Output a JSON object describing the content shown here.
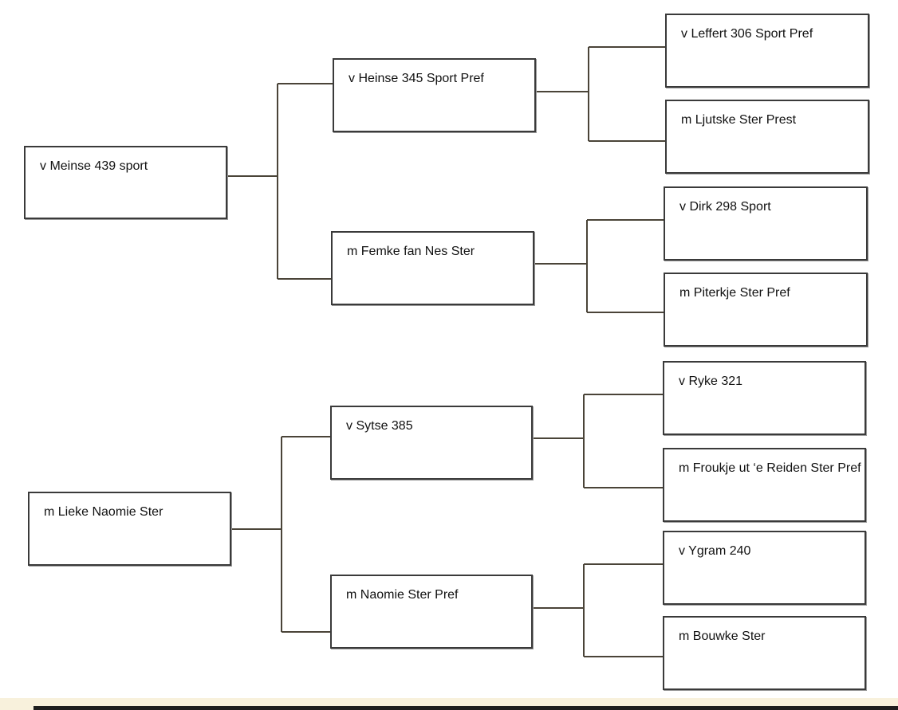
{
  "pedigree": {
    "subject_1": "v Meinse 439 sport",
    "subject_1_sire": "v Heinse 345 Sport Pref",
    "subject_1_sire_sire": "v Leffert 306 Sport Pref",
    "subject_1_sire_dam": "m Ljutske Ster Prest",
    "subject_1_dam": "m Femke fan Nes Ster",
    "subject_1_dam_sire": "v Dirk 298 Sport",
    "subject_1_dam_dam": "m Piterkje Ster Pref",
    "subject_2": "m Lieke Naomie Ster",
    "subject_2_sire": "v Sytse 385",
    "subject_2_sire_sire": "v Ryke 321",
    "subject_2_sire_dam": "m Froukje ut ‘e Reiden Ster Pref",
    "subject_2_dam": "m Naomie Ster Pref",
    "subject_2_dam_sire": "v Ygram 240",
    "subject_2_dam_dam": "m Bouwke Ster"
  },
  "colors": {
    "box_border": "#3a3a3a",
    "connector": "#4a4438",
    "footer_bar": "#f8f1dc",
    "footer_line": "#1e1e1e"
  }
}
